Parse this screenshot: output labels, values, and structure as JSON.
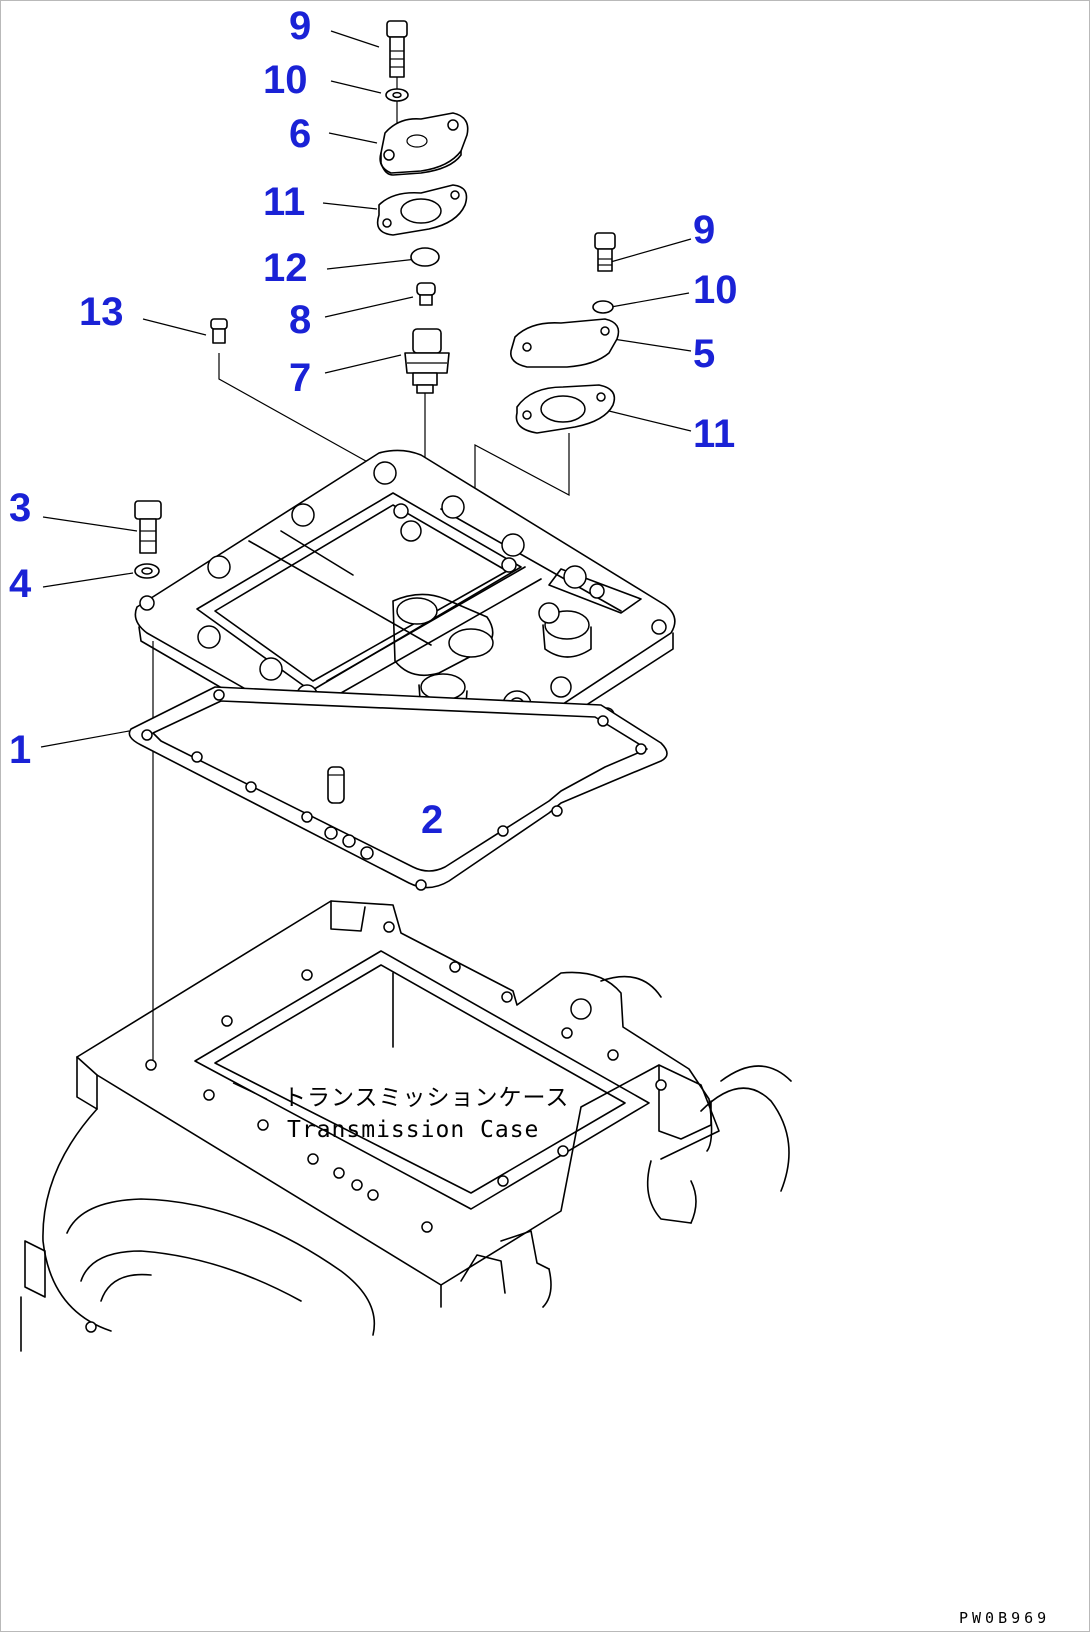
{
  "callouts": [
    {
      "id": "1",
      "label": "1"
    },
    {
      "id": "2",
      "label": "2"
    },
    {
      "id": "3",
      "label": "3"
    },
    {
      "id": "4",
      "label": "4"
    },
    {
      "id": "5",
      "label": "5"
    },
    {
      "id": "6",
      "label": "6"
    },
    {
      "id": "7",
      "label": "7"
    },
    {
      "id": "8",
      "label": "8"
    },
    {
      "id": "9a",
      "label": "9"
    },
    {
      "id": "9b",
      "label": "9"
    },
    {
      "id": "10a",
      "label": "10"
    },
    {
      "id": "10b",
      "label": "10"
    },
    {
      "id": "11a",
      "label": "11"
    },
    {
      "id": "11b",
      "label": "11"
    },
    {
      "id": "12",
      "label": "12"
    },
    {
      "id": "13",
      "label": "13"
    }
  ],
  "case_label": {
    "japanese": "トランスミッションケース",
    "english": "Transmission Case"
  },
  "drawing_number": "PW0B969",
  "colors": {
    "callout": "#1a22d6",
    "line": "#000000",
    "border": "#b9b9b9",
    "background": "#ffffff"
  }
}
